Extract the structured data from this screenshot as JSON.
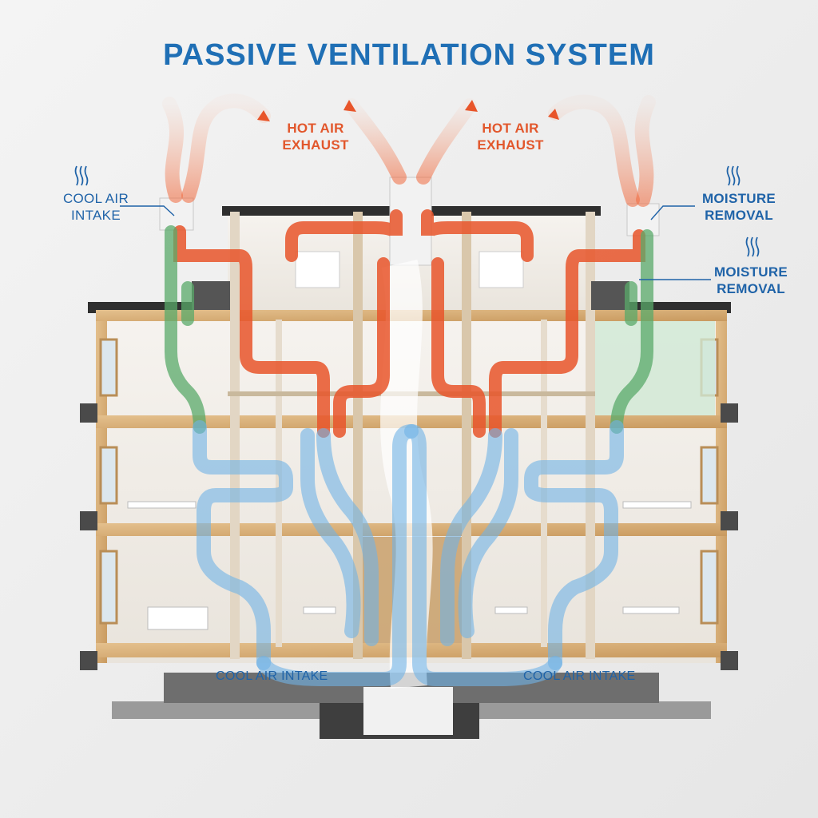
{
  "diagram": {
    "title": "PASSIVE VENTILATION SYSTEM",
    "labels": {
      "hot_left": "HOT AIR\nEXHAUST",
      "hot_right": "HOT AIR\nEXHAUST",
      "cool_top_left": "COOL AIR\nINTAKE",
      "moisture_top": "MOISTURE\nREMOVAL",
      "moisture_mid": "MOISTURE\nREMOVAL",
      "cool_bottom_left": "COOL AIR INTAKE",
      "cool_bottom_right": "COOL AIR INTAKE"
    },
    "colors": {
      "hot": "#e8552a",
      "cool": "#6fb2e6",
      "moisture": "#59a96a",
      "title": "#1f6fb5",
      "wood": "#d8b07a"
    }
  }
}
